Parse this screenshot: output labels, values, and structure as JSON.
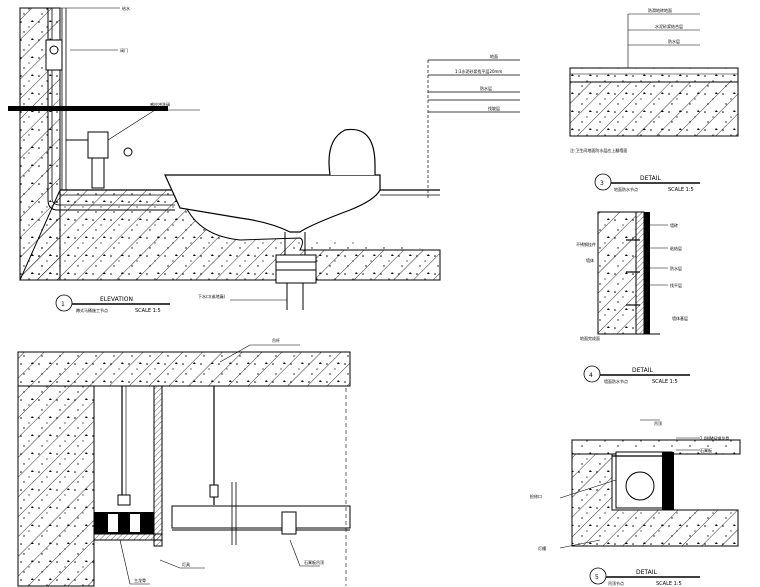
{
  "details": {
    "d1": {
      "number": "1",
      "title": "ELEVATION",
      "subtitle": "蹲式马桶施工节点",
      "scale": "SCALE 1:5"
    },
    "d3": {
      "number": "3",
      "title": "DETAIL",
      "subtitle": "地面防水节点",
      "scale": "SCALE 1:5"
    },
    "d4": {
      "number": "4",
      "title": "DETAIL",
      "subtitle": "墙面防水节点",
      "scale": "SCALE 1:5"
    },
    "d5": {
      "number": "5",
      "title": "DETAIL",
      "subtitle": "吊顶节点",
      "scale": "SCALE 1:5"
    }
  },
  "leaders": {
    "water_pipe": "给水",
    "valve": "阀门",
    "flush_valve": "感应冲洗阀",
    "floor_finish": "地面",
    "waterproof_layer": "1:3水泥砂浆找平层20mm",
    "cement_layer": "防水层",
    "screed": "找坡层",
    "drain_note": "下水口(或地漏)",
    "hanger": "吊杆",
    "ceiling_board": "石膏板吊顶",
    "light": "灯具",
    "main_keel": "主龙骨",
    "detail3_l1": "防滑地砖地面",
    "detail3_l2": "水泥砂浆结合层",
    "detail3_l3": "防水层",
    "detail3_note": "注:卫生间地面防水层应上翻墙面",
    "detail4_l1": "墙砖",
    "detail4_l2": "粘结层",
    "detail4_l3": "防水层",
    "detail4_l4": "找平层",
    "detail4_l5": "墙体基层",
    "detail4_left1": "不锈钢挂件",
    "detail4_left2": "墙体",
    "detail4_bottom": "地面完成面",
    "detail5_l1": "吊顶",
    "detail5_l2": "2.0MM轻钢龙骨",
    "detail5_l3": "石膏板",
    "detail5_left": "检修口",
    "detail5_bottom": "灯槽"
  }
}
